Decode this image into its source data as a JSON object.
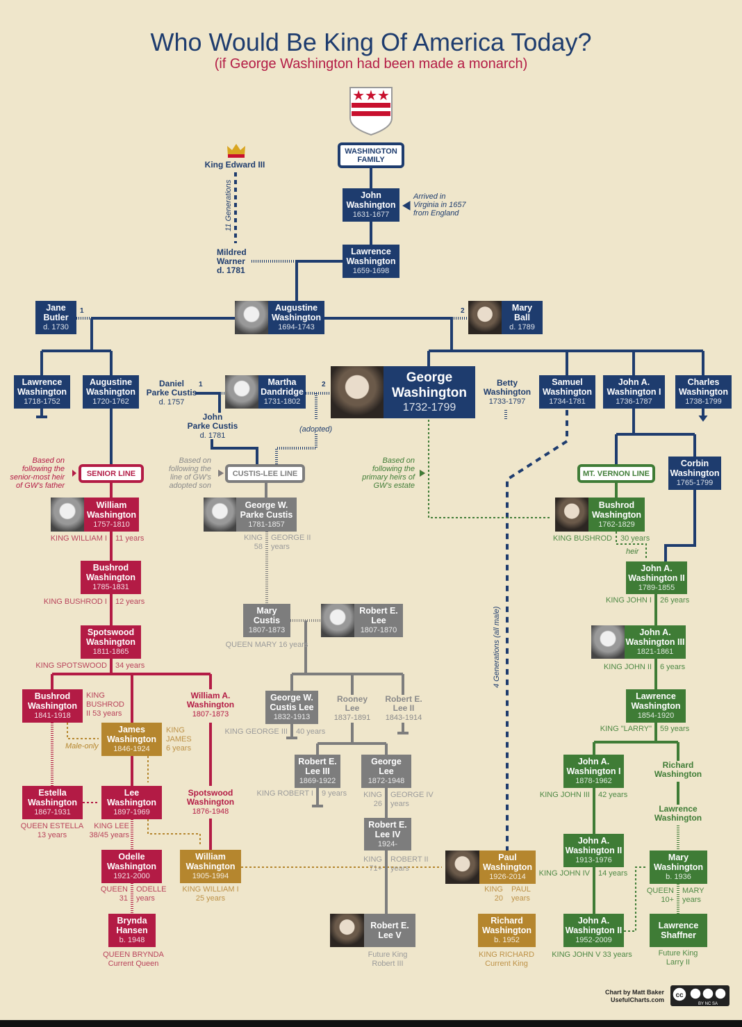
{
  "header": {
    "title": "Who Would Be King Of America Today?",
    "subtitle": "(if George Washington had been made a monarch)"
  },
  "colors": {
    "navy": "#1e3c6e",
    "senior_line": "#b31b45",
    "custis_lee_line": "#7d7d7d",
    "mt_vernon_line": "#3f7c36",
    "male_only": "#b5862e",
    "background": "#efe6cb"
  },
  "line_boxes": {
    "family": "WASHINGTON\nFAMILY",
    "senior": "SENIOR LINE",
    "custis": "CUSTIS-LEE LINE",
    "mtvernon": "MT. VERNON LINE"
  },
  "people": {
    "edward": {
      "name": "King Edward III"
    },
    "mildred": {
      "name": "Mildred\nWarner\nd. 1781"
    },
    "john": {
      "name": "John\nWashington",
      "dates": "1631-1677"
    },
    "lawrence1": {
      "name": "Lawrence\nWashington",
      "dates": "1659-1698"
    },
    "augustine": {
      "name": "Augustine\nWashington",
      "dates": "1694-1743"
    },
    "jane": {
      "name": "Jane\nButler",
      "dates": "d. 1730"
    },
    "mary_ball": {
      "name": "Mary\nBall",
      "dates": "d. 1789"
    },
    "lawrence2": {
      "name": "Lawrence\nWashington",
      "dates": "1718-1752"
    },
    "augustine2": {
      "name": "Augustine\nWashington",
      "dates": "1720-1762"
    },
    "daniel": {
      "name": "Daniel\nParke Custis",
      "dates": "d. 1757"
    },
    "martha": {
      "name": "Martha\nDandridge",
      "dates": "1731-1802"
    },
    "john_parke": {
      "name": "John\nParke Custis",
      "dates": "d. 1781"
    },
    "george": {
      "name": "George\nWashington",
      "dates": "1732-1799"
    },
    "betty": {
      "name": "Betty\nWashington",
      "dates": "1733-1797"
    },
    "samuel": {
      "name": "Samuel\nWashington",
      "dates": "1734-1781"
    },
    "jaw1736": {
      "name": "John A.\nWashington I",
      "dates": "1736-1787"
    },
    "charles": {
      "name": "Charles\nWashington",
      "dates": "1738-1799"
    },
    "corbin": {
      "name": "Corbin\nWashington",
      "dates": "1765-1799"
    },
    "william1757": {
      "name": "William\nWashington",
      "dates": "1757-1810"
    },
    "gwpc": {
      "name": "George W.\nParke Custis",
      "dates": "1781-1857"
    },
    "bushrod1762": {
      "name": "Bushrod\nWashington",
      "dates": "1762-1829"
    },
    "bushrod1785": {
      "name": "Bushrod\nWashington",
      "dates": "1785-1831"
    },
    "jaw1789": {
      "name": "John A.\nWashington II",
      "dates": "1789-1855"
    },
    "mary_custis": {
      "name": "Mary\nCustis",
      "dates": "1807-1873"
    },
    "rel": {
      "name": "Robert E.\nLee",
      "dates": "1807-1870"
    },
    "spotswood1811": {
      "name": "Spotswood\nWashington",
      "dates": "1811-1865"
    },
    "jaw1821": {
      "name": "John A.\nWashington III",
      "dates": "1821-1861"
    },
    "bushrod1841": {
      "name": "Bushrod\nWashington",
      "dates": "1841-1918"
    },
    "william_a": {
      "name": "William A.\nWashington",
      "dates": "1807-1873"
    },
    "gwcl": {
      "name": "George W.\nCustis Lee",
      "dates": "1832-1913"
    },
    "rooney": {
      "name": "Rooney\nLee",
      "dates": "1837-1891"
    },
    "rel2": {
      "name": "Robert E.\nLee II",
      "dates": "1843-1914"
    },
    "law1854": {
      "name": "Lawrence\nWashington",
      "dates": "1854-1920"
    },
    "james": {
      "name": "James\nWashington",
      "dates": "1846-1924"
    },
    "rel3": {
      "name": "Robert E.\nLee III",
      "dates": "1869-1922"
    },
    "george_lee": {
      "name": "George\nLee",
      "dates": "1872-1948"
    },
    "jaw1878": {
      "name": "John A.\nWashington I",
      "dates": "1878-1962"
    },
    "richard_w": {
      "name": "Richard\nWashington"
    },
    "estella": {
      "name": "Estella\nWashington",
      "dates": "1867-1931"
    },
    "lee": {
      "name": "Lee\nWashington",
      "dates": "1897-1969"
    },
    "spotswood1876": {
      "name": "Spotswood\nWashington",
      "dates": "1876-1948"
    },
    "lawrence_w": {
      "name": "Lawrence\nWashington"
    },
    "rel4": {
      "name": "Robert E.\nLee IV",
      "dates": "1924-"
    },
    "jaw1913": {
      "name": "John A.\nWashington II",
      "dates": "1913-1976"
    },
    "odelle": {
      "name": "Odelle\nWashington",
      "dates": "1921-2000"
    },
    "william1905": {
      "name": "William\nWashington",
      "dates": "1905-1994"
    },
    "paul": {
      "name": "Paul\nWashington",
      "dates": "1926-2014"
    },
    "mary1936": {
      "name": "Mary\nWashington",
      "dates": "b. 1936"
    },
    "brynda": {
      "name": "Brynda\nHansen",
      "dates": "b. 1948"
    },
    "rel5": {
      "name": "Robert E.\nLee V"
    },
    "richard1952": {
      "name": "Richard\nWashington",
      "dates": "b. 1952"
    },
    "jaw1952": {
      "name": "John A.\nWashington II",
      "dates": "1952-2009"
    },
    "shaffner": {
      "name": "Lawrence\nShaffner"
    }
  },
  "reigns": {
    "william1757": {
      "left": "KING WILLIAM I",
      "right": "11 years"
    },
    "gwpc": {
      "left": "KING\n58",
      "right": "GEORGE II\nyears"
    },
    "bushrod1762": {
      "left": "KING BUSHROD",
      "right": "30 years"
    },
    "bushrod1785": {
      "left": "KING BUSHROD I",
      "right": "12 years"
    },
    "jaw1789": {
      "left": "KING JOHN I",
      "right": "26 years"
    },
    "spotswood1811": {
      "left": "KING SPOTSWOOD",
      "right": "34 years"
    },
    "jaw1821": {
      "left": "KING JOHN II",
      "right": "6 years"
    },
    "gwcl": {
      "left": "KING GEORGE III",
      "right": "40 years"
    },
    "law1854": {
      "left": "KING \"LARRY\"",
      "right": "59 years"
    },
    "rel3": {
      "left": "KING ROBERT I",
      "right": "9 years"
    },
    "george_lee": {
      "left": "KING\n26",
      "right": "GEORGE IV\nyears"
    },
    "jaw1878": {
      "left": "KING JOHN III",
      "right": "42 years"
    },
    "rel4": {
      "left": "KING\n71+",
      "right": "ROBERT II\nyears"
    },
    "jaw1913": {
      "left": "KING JOHN IV",
      "right": "14 years"
    },
    "odelle": {
      "left": "QUEEN\n31",
      "right": "ODELLE\nyears"
    },
    "paul": {
      "left": "KING\n20",
      "right": "PAUL\nyears"
    },
    "mary1936": {
      "left": "QUEEN\n10+",
      "right": "MARY\nyears"
    }
  },
  "titles": {
    "bushrod1841": "KING\nBUSHROD\nII 53 years",
    "james": "KING\nJAMES\n6 years",
    "mary_custis": "QUEEN MARY 16 years",
    "estella": "QUEEN ESTELLA\n13 years",
    "lee": "KING LEE\n38/45 years",
    "william1905": "KING WILLIAM I\n25 years",
    "brynda": "QUEEN BRYNDA\nCurrent Queen",
    "rel5": "Future King\nRobert III",
    "richard1952": "KING RICHARD\nCurrent King",
    "jaw1952": "KING JOHN V 33 years",
    "shaffner": "Future King\nLarry II"
  },
  "notes": {
    "arrived": "Arrived in\nVirginia in 1657\nfrom England",
    "senior": "Based on\nfollowing the\nsenior-most heir\nof GW's father",
    "custis": "Based on\nfollowing the\nline of GW's\nadopted son",
    "estate": "Based on\nfollowing the\nprimary heirs of\nGW's estate",
    "adopted": "(adopted)",
    "heir": "heir",
    "male_only": "Male-only",
    "gen11": "11 Generations",
    "gen4": "4 Generations (all male)"
  },
  "marriage_numbers": {
    "jane": "1",
    "mary_ball": "2",
    "daniel": "1",
    "george": "2"
  },
  "credits": {
    "text": "Chart by Matt Baker\nUsefulCharts.com",
    "license": "BY NC SA"
  }
}
